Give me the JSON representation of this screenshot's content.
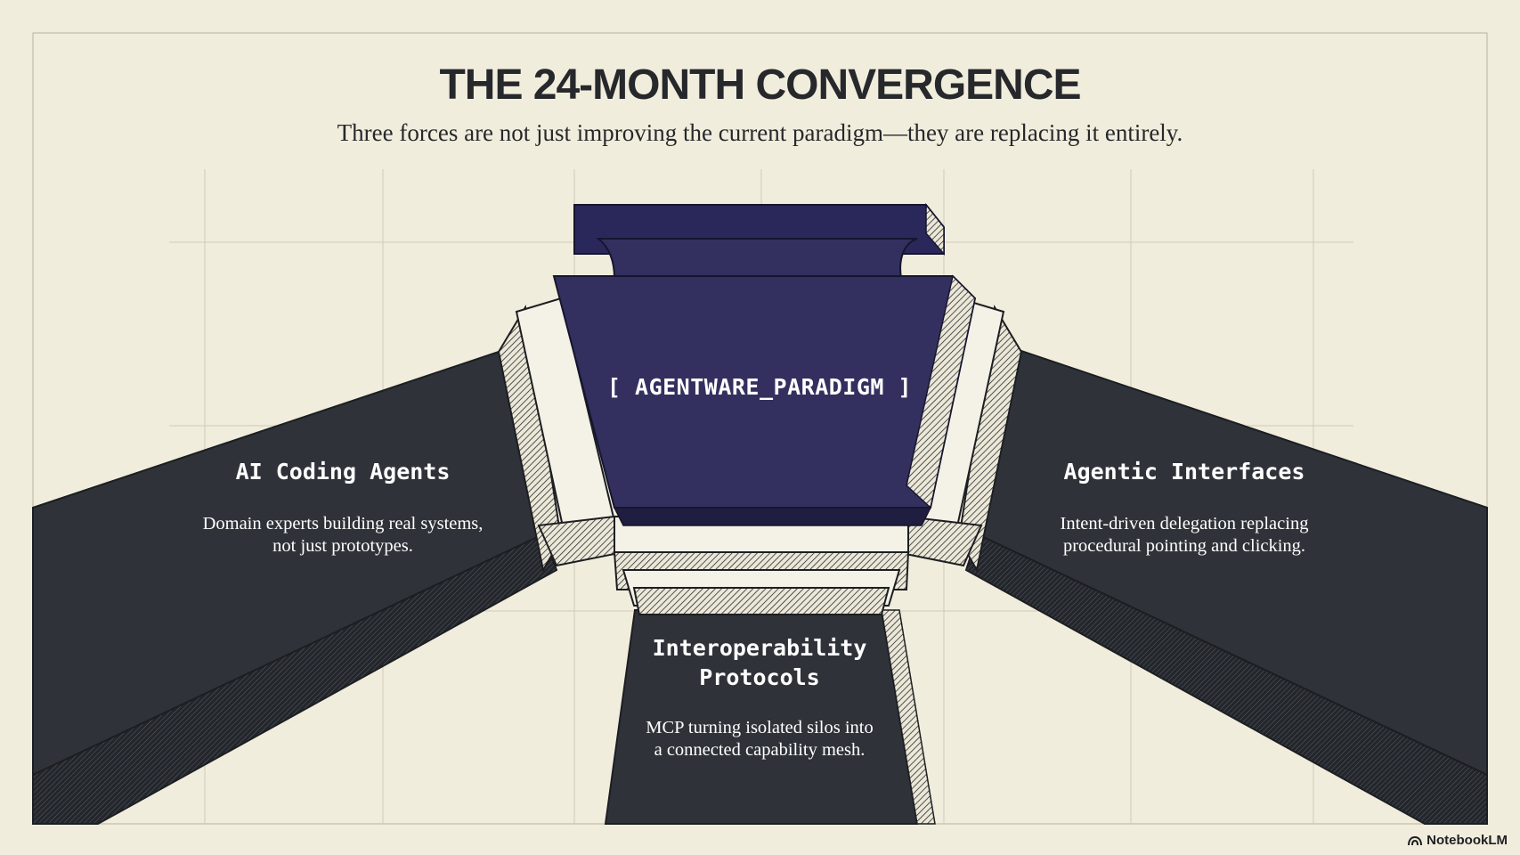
{
  "title": "THE 24-MONTH CONVERGENCE",
  "subtitle": "Three forces are not just improving the current paradigm—they are replacing it entirely.",
  "core": {
    "label": "[ AGENTWARE_PARADIGM ]"
  },
  "forces": {
    "left": {
      "title": "AI Coding Agents",
      "desc_line1": "Domain experts building real systems,",
      "desc_line2": "not just prototypes."
    },
    "right": {
      "title": "Agentic Interfaces",
      "desc_line1": "Intent-driven delegation replacing",
      "desc_line2": "procedural pointing and clicking."
    },
    "bottom": {
      "title_line1": "Interoperability",
      "title_line2": "Protocols",
      "desc_line1": "MCP turning isolated silos into",
      "desc_line2": "a connected capability mesh."
    }
  },
  "brand": {
    "name": "NotebookLM",
    "icon": "notebooklm-logo-icon"
  },
  "colors": {
    "background": "#f1eddd",
    "beam": "#2f3339",
    "core": "#33305f",
    "connector": "#f4f1e6",
    "ink": "#26282b"
  }
}
